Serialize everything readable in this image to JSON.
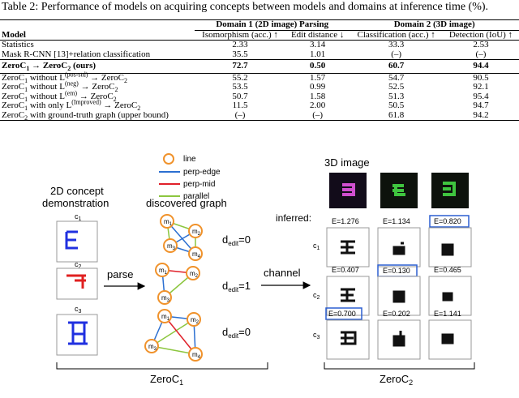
{
  "caption": "Table 2: Performance of models on acquiring concepts between models and domains at inference time (%).",
  "table": {
    "col_model": "Model",
    "domain1": "Domain 1 (2D image) Parsing",
    "domain2": "Domain 2 (3D image)",
    "sub_headers": [
      "Isomorphism (acc.) ↑",
      "Edit distance ↓",
      "Classification (acc.) ↑",
      "Detection (IoU) ↑"
    ],
    "rows": [
      {
        "model": "Statistics",
        "v": [
          "2.33",
          "3.14",
          "33.3",
          "2.53"
        ]
      },
      {
        "model": "Mask R-CNN [13]+relation classification",
        "v": [
          "35.5",
          "1.01",
          "(–)",
          "(–)"
        ]
      },
      {
        "model_parts": [
          "ZeroC",
          "1",
          " → ZeroC",
          "2",
          " (ours)"
        ],
        "v": [
          "72.7",
          "0.50",
          "60.7",
          "94.4"
        ]
      },
      {
        "model_parts": [
          "ZeroC",
          "1",
          " without L",
          "(pos-std)",
          " → ZeroC",
          "2"
        ],
        "v": [
          "55.2",
          "1.57",
          "54.7",
          "90.5"
        ]
      },
      {
        "model_parts": [
          "ZeroC",
          "1",
          " without L",
          "(neg)",
          " → ZeroC",
          "2"
        ],
        "v": [
          "53.5",
          "0.99",
          "52.5",
          "92.1"
        ]
      },
      {
        "model_parts": [
          "ZeroC",
          "1",
          " without L",
          "(em)",
          " → ZeroC",
          "2"
        ],
        "v": [
          "50.7",
          "1.58",
          "51.3",
          "95.4"
        ]
      },
      {
        "model_parts": [
          "ZeroC",
          "1",
          " with only L",
          "(Improved)",
          " → ZeroC",
          "2"
        ],
        "v": [
          "11.5",
          "2.00",
          "50.5",
          "94.7"
        ]
      },
      {
        "model_parts": [
          "ZeroC",
          "2",
          " with ground-truth graph (upper bound)"
        ],
        "v": [
          "(–)",
          "(–)",
          "61.8",
          "94.2"
        ]
      }
    ]
  },
  "figure": {
    "legend": [
      "line",
      "perp-edge",
      "perp-mid",
      "parallel"
    ],
    "colors": {
      "line": "#f0922b",
      "perp_edge": "#2b6fd1",
      "perp_mid": "#e0202a",
      "parallel": "#8cc63f",
      "blue_box": "#2c5fd1"
    },
    "left_title_1": "2D concept",
    "left_title_2": "demonstration",
    "discovered_graph": "discovered graph",
    "concepts": [
      "c",
      "1",
      "c",
      "2",
      "c",
      "3"
    ],
    "parse": "parse",
    "channel": "channel",
    "d_edit": [
      "d",
      "edit",
      "=0",
      "d",
      "edit",
      "=1",
      "d",
      "edit",
      "=0"
    ],
    "nodes": [
      "m",
      "1",
      "m",
      "2",
      "m",
      "3",
      "m",
      "4"
    ],
    "zeroc1": [
      "ZeroC",
      "1"
    ],
    "zeroc2": [
      "ZeroC",
      "2"
    ],
    "image3d": "3D image",
    "inferred": "inferred:",
    "energies": [
      [
        "E=1.276",
        "E=1.134",
        "E=0.820"
      ],
      [
        "E=0.407",
        "E=0.130",
        "E=0.465"
      ],
      [
        "E=0.700",
        "E=0.202",
        "E=1.141"
      ]
    ],
    "row_labels": [
      "c",
      "1",
      "c",
      "2",
      "c",
      "3"
    ]
  }
}
